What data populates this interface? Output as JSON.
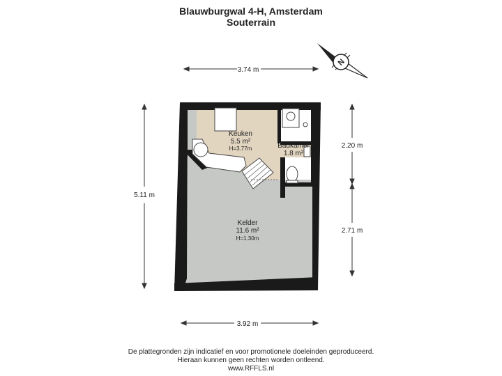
{
  "header": {
    "address": "Blauwburgwal 4-H, Amsterdam",
    "floor": "Souterrain"
  },
  "dimensions": {
    "top_width": "3.74 m",
    "bottom_width": "3.92 m",
    "left_height": "5.11 m",
    "right_upper": "2.20 m",
    "right_lower": "2.71 m"
  },
  "rooms": {
    "kitchen": {
      "name": "Keuken",
      "area": "5.5 m²",
      "height": "H=3.77m"
    },
    "bathroom": {
      "name": "Badkamer",
      "area": "1.8 m²"
    },
    "cellar": {
      "name": "Kelder",
      "area": "11.6 m²",
      "height": "H=1.30m"
    }
  },
  "compass": {
    "label": "N"
  },
  "footer": {
    "line1": "De plattegronden zijn indicatief en voor promotionele doeleinden geproduceerd.",
    "line2": "Hieraan kunnen geen rechten worden ontleend.",
    "line3": "www.RFFLS.nl"
  },
  "colors": {
    "kitchen_floor": "#e2d5c0",
    "cellar_floor": "#c5c8c4",
    "bathroom_floor": "#ffffff",
    "wall": "#1a1a1a"
  }
}
